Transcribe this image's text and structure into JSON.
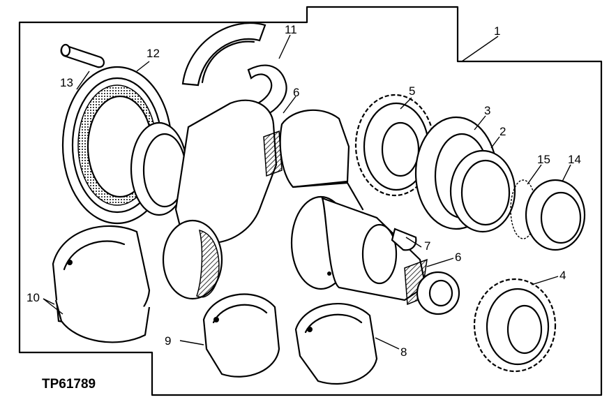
{
  "figure": {
    "id_label": "TP61789",
    "callouts": [
      {
        "key": "c1",
        "text": "1"
      },
      {
        "key": "c2",
        "text": "2"
      },
      {
        "key": "c3",
        "text": "3"
      },
      {
        "key": "c4",
        "text": "4"
      },
      {
        "key": "c5",
        "text": "5"
      },
      {
        "key": "c6a",
        "text": "6"
      },
      {
        "key": "c6b",
        "text": "6"
      },
      {
        "key": "c7",
        "text": "7"
      },
      {
        "key": "c8",
        "text": "8"
      },
      {
        "key": "c9",
        "text": "9"
      },
      {
        "key": "c10",
        "text": "10"
      },
      {
        "key": "c11",
        "text": "11"
      },
      {
        "key": "c12",
        "text": "12"
      },
      {
        "key": "c13",
        "text": "13"
      },
      {
        "key": "c14",
        "text": "14"
      },
      {
        "key": "c15",
        "text": "15"
      }
    ]
  }
}
